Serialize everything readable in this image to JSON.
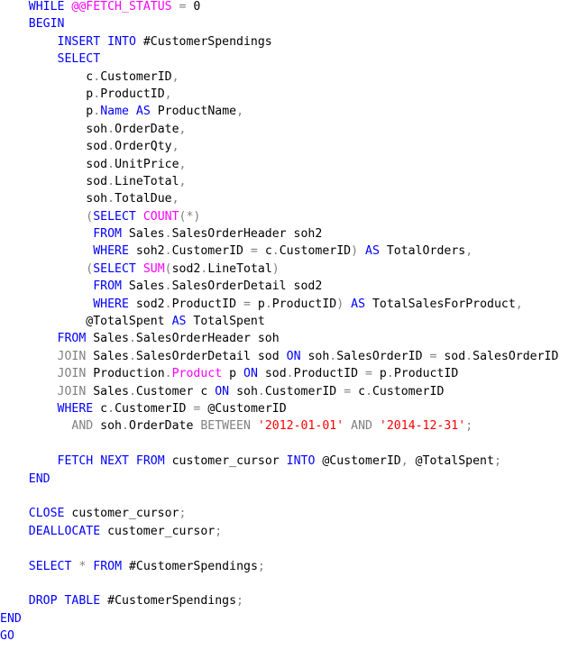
{
  "editor": {
    "lines": [
      {
        "indent": "    ",
        "tokens": [
          {
            "t": "WHILE",
            "c": "kw"
          },
          {
            "t": " ",
            "c": "tx"
          },
          {
            "t": "@@FETCH_STATUS",
            "c": "fn"
          },
          {
            "t": " ",
            "c": "tx"
          },
          {
            "t": "=",
            "c": "gr"
          },
          {
            "t": " 0",
            "c": "tx"
          }
        ]
      },
      {
        "indent": "    ",
        "tokens": [
          {
            "t": "BEGIN",
            "c": "kw"
          }
        ]
      },
      {
        "indent": "        ",
        "tokens": [
          {
            "t": "INSERT",
            "c": "kw"
          },
          {
            "t": " ",
            "c": "tx"
          },
          {
            "t": "INTO",
            "c": "kw"
          },
          {
            "t": " #CustomerSpendings",
            "c": "tx"
          }
        ]
      },
      {
        "indent": "        ",
        "tokens": [
          {
            "t": "SELECT",
            "c": "kw"
          }
        ]
      },
      {
        "indent": "            ",
        "tokens": [
          {
            "t": "c",
            "c": "tx"
          },
          {
            "t": ".",
            "c": "gr"
          },
          {
            "t": "CustomerID",
            "c": "tx"
          },
          {
            "t": ",",
            "c": "gr"
          }
        ]
      },
      {
        "indent": "            ",
        "tokens": [
          {
            "t": "p",
            "c": "tx"
          },
          {
            "t": ".",
            "c": "gr"
          },
          {
            "t": "ProductID",
            "c": "tx"
          },
          {
            "t": ",",
            "c": "gr"
          }
        ]
      },
      {
        "indent": "            ",
        "tokens": [
          {
            "t": "p",
            "c": "tx"
          },
          {
            "t": ".",
            "c": "gr"
          },
          {
            "t": "Name",
            "c": "kw"
          },
          {
            "t": " ",
            "c": "tx"
          },
          {
            "t": "AS",
            "c": "kw"
          },
          {
            "t": " ProductName",
            "c": "tx"
          },
          {
            "t": ",",
            "c": "gr"
          }
        ]
      },
      {
        "indent": "            ",
        "tokens": [
          {
            "t": "soh",
            "c": "tx"
          },
          {
            "t": ".",
            "c": "gr"
          },
          {
            "t": "OrderDate",
            "c": "tx"
          },
          {
            "t": ",",
            "c": "gr"
          }
        ]
      },
      {
        "indent": "            ",
        "tokens": [
          {
            "t": "sod",
            "c": "tx"
          },
          {
            "t": ".",
            "c": "gr"
          },
          {
            "t": "OrderQty",
            "c": "tx"
          },
          {
            "t": ",",
            "c": "gr"
          }
        ]
      },
      {
        "indent": "            ",
        "tokens": [
          {
            "t": "sod",
            "c": "tx"
          },
          {
            "t": ".",
            "c": "gr"
          },
          {
            "t": "UnitPrice",
            "c": "tx"
          },
          {
            "t": ",",
            "c": "gr"
          }
        ]
      },
      {
        "indent": "            ",
        "tokens": [
          {
            "t": "sod",
            "c": "tx"
          },
          {
            "t": ".",
            "c": "gr"
          },
          {
            "t": "LineTotal",
            "c": "tx"
          },
          {
            "t": ",",
            "c": "gr"
          }
        ]
      },
      {
        "indent": "            ",
        "tokens": [
          {
            "t": "soh",
            "c": "tx"
          },
          {
            "t": ".",
            "c": "gr"
          },
          {
            "t": "TotalDue",
            "c": "tx"
          },
          {
            "t": ",",
            "c": "gr"
          }
        ]
      },
      {
        "indent": "            ",
        "tokens": [
          {
            "t": "(",
            "c": "gr"
          },
          {
            "t": "SELECT",
            "c": "kw"
          },
          {
            "t": " ",
            "c": "tx"
          },
          {
            "t": "COUNT",
            "c": "fn"
          },
          {
            "t": "(*)",
            "c": "gr"
          }
        ]
      },
      {
        "indent": "             ",
        "tokens": [
          {
            "t": "FROM",
            "c": "kw"
          },
          {
            "t": " Sales",
            "c": "tx"
          },
          {
            "t": ".",
            "c": "gr"
          },
          {
            "t": "SalesOrderHeader soh2",
            "c": "tx"
          }
        ]
      },
      {
        "indent": "             ",
        "tokens": [
          {
            "t": "WHERE",
            "c": "kw"
          },
          {
            "t": " soh2",
            "c": "tx"
          },
          {
            "t": ".",
            "c": "gr"
          },
          {
            "t": "CustomerID ",
            "c": "tx"
          },
          {
            "t": "=",
            "c": "gr"
          },
          {
            "t": " c",
            "c": "tx"
          },
          {
            "t": ".",
            "c": "gr"
          },
          {
            "t": "CustomerID",
            "c": "tx"
          },
          {
            "t": ")",
            "c": "gr"
          },
          {
            "t": " ",
            "c": "tx"
          },
          {
            "t": "AS",
            "c": "kw"
          },
          {
            "t": " TotalOrders",
            "c": "tx"
          },
          {
            "t": ",",
            "c": "gr"
          }
        ]
      },
      {
        "indent": "            ",
        "tokens": [
          {
            "t": "(",
            "c": "gr"
          },
          {
            "t": "SELECT",
            "c": "kw"
          },
          {
            "t": " ",
            "c": "tx"
          },
          {
            "t": "SUM",
            "c": "fn"
          },
          {
            "t": "(",
            "c": "gr"
          },
          {
            "t": "sod2",
            "c": "tx"
          },
          {
            "t": ".",
            "c": "gr"
          },
          {
            "t": "LineTotal",
            "c": "tx"
          },
          {
            "t": ")",
            "c": "gr"
          }
        ]
      },
      {
        "indent": "             ",
        "tokens": [
          {
            "t": "FROM",
            "c": "kw"
          },
          {
            "t": " Sales",
            "c": "tx"
          },
          {
            "t": ".",
            "c": "gr"
          },
          {
            "t": "SalesOrderDetail sod2",
            "c": "tx"
          }
        ]
      },
      {
        "indent": "             ",
        "tokens": [
          {
            "t": "WHERE",
            "c": "kw"
          },
          {
            "t": " sod2",
            "c": "tx"
          },
          {
            "t": ".",
            "c": "gr"
          },
          {
            "t": "ProductID ",
            "c": "tx"
          },
          {
            "t": "=",
            "c": "gr"
          },
          {
            "t": " p",
            "c": "tx"
          },
          {
            "t": ".",
            "c": "gr"
          },
          {
            "t": "ProductID",
            "c": "tx"
          },
          {
            "t": ")",
            "c": "gr"
          },
          {
            "t": " ",
            "c": "tx"
          },
          {
            "t": "AS",
            "c": "kw"
          },
          {
            "t": " TotalSalesForProduct",
            "c": "tx"
          },
          {
            "t": ",",
            "c": "gr"
          }
        ]
      },
      {
        "indent": "            ",
        "tokens": [
          {
            "t": "@TotalSpent ",
            "c": "tx"
          },
          {
            "t": "AS",
            "c": "kw"
          },
          {
            "t": " TotalSpent",
            "c": "tx"
          }
        ]
      },
      {
        "indent": "        ",
        "tokens": [
          {
            "t": "FROM",
            "c": "kw"
          },
          {
            "t": " Sales",
            "c": "tx"
          },
          {
            "t": ".",
            "c": "gr"
          },
          {
            "t": "SalesOrderHeader soh",
            "c": "tx"
          }
        ]
      },
      {
        "indent": "        ",
        "tokens": [
          {
            "t": "JOIN",
            "c": "gr"
          },
          {
            "t": " Sales",
            "c": "tx"
          },
          {
            "t": ".",
            "c": "gr"
          },
          {
            "t": "SalesOrderDetail sod ",
            "c": "tx"
          },
          {
            "t": "ON",
            "c": "kw"
          },
          {
            "t": " soh",
            "c": "tx"
          },
          {
            "t": ".",
            "c": "gr"
          },
          {
            "t": "SalesOrderID ",
            "c": "tx"
          },
          {
            "t": "=",
            "c": "gr"
          },
          {
            "t": " sod",
            "c": "tx"
          },
          {
            "t": ".",
            "c": "gr"
          },
          {
            "t": "SalesOrderID",
            "c": "tx"
          }
        ]
      },
      {
        "indent": "        ",
        "tokens": [
          {
            "t": "JOIN",
            "c": "gr"
          },
          {
            "t": " Production",
            "c": "tx"
          },
          {
            "t": ".",
            "c": "gr"
          },
          {
            "t": "Product",
            "c": "fn"
          },
          {
            "t": " p ",
            "c": "tx"
          },
          {
            "t": "ON",
            "c": "kw"
          },
          {
            "t": " sod",
            "c": "tx"
          },
          {
            "t": ".",
            "c": "gr"
          },
          {
            "t": "ProductID ",
            "c": "tx"
          },
          {
            "t": "=",
            "c": "gr"
          },
          {
            "t": " p",
            "c": "tx"
          },
          {
            "t": ".",
            "c": "gr"
          },
          {
            "t": "ProductID",
            "c": "tx"
          }
        ]
      },
      {
        "indent": "        ",
        "tokens": [
          {
            "t": "JOIN",
            "c": "gr"
          },
          {
            "t": " Sales",
            "c": "tx"
          },
          {
            "t": ".",
            "c": "gr"
          },
          {
            "t": "Customer c ",
            "c": "tx"
          },
          {
            "t": "ON",
            "c": "kw"
          },
          {
            "t": " soh",
            "c": "tx"
          },
          {
            "t": ".",
            "c": "gr"
          },
          {
            "t": "CustomerID ",
            "c": "tx"
          },
          {
            "t": "=",
            "c": "gr"
          },
          {
            "t": " c",
            "c": "tx"
          },
          {
            "t": ".",
            "c": "gr"
          },
          {
            "t": "CustomerID",
            "c": "tx"
          }
        ]
      },
      {
        "indent": "        ",
        "tokens": [
          {
            "t": "WHERE",
            "c": "kw"
          },
          {
            "t": " c",
            "c": "tx"
          },
          {
            "t": ".",
            "c": "gr"
          },
          {
            "t": "CustomerID ",
            "c": "tx"
          },
          {
            "t": "=",
            "c": "gr"
          },
          {
            "t": " @CustomerID",
            "c": "tx"
          }
        ]
      },
      {
        "indent": "          ",
        "tokens": [
          {
            "t": "AND",
            "c": "gr"
          },
          {
            "t": " soh",
            "c": "tx"
          },
          {
            "t": ".",
            "c": "gr"
          },
          {
            "t": "OrderDate ",
            "c": "tx"
          },
          {
            "t": "BETWEEN",
            "c": "gr"
          },
          {
            "t": " ",
            "c": "tx"
          },
          {
            "t": "'2012-01-01'",
            "c": "st"
          },
          {
            "t": " ",
            "c": "tx"
          },
          {
            "t": "AND",
            "c": "gr"
          },
          {
            "t": " ",
            "c": "tx"
          },
          {
            "t": "'2014-12-31'",
            "c": "st"
          },
          {
            "t": ";",
            "c": "gr"
          }
        ]
      },
      {
        "indent": "",
        "tokens": []
      },
      {
        "indent": "        ",
        "tokens": [
          {
            "t": "FETCH",
            "c": "kw"
          },
          {
            "t": " ",
            "c": "tx"
          },
          {
            "t": "NEXT",
            "c": "kw"
          },
          {
            "t": " ",
            "c": "tx"
          },
          {
            "t": "FROM",
            "c": "kw"
          },
          {
            "t": " customer_cursor ",
            "c": "tx"
          },
          {
            "t": "INTO",
            "c": "kw"
          },
          {
            "t": " @CustomerID",
            "c": "tx"
          },
          {
            "t": ",",
            "c": "gr"
          },
          {
            "t": " @TotalSpent",
            "c": "tx"
          },
          {
            "t": ";",
            "c": "gr"
          }
        ]
      },
      {
        "indent": "    ",
        "tokens": [
          {
            "t": "END",
            "c": "kw"
          }
        ]
      },
      {
        "indent": "",
        "tokens": []
      },
      {
        "indent": "    ",
        "tokens": [
          {
            "t": "CLOSE",
            "c": "kw"
          },
          {
            "t": " customer_cursor",
            "c": "tx"
          },
          {
            "t": ";",
            "c": "gr"
          }
        ]
      },
      {
        "indent": "    ",
        "tokens": [
          {
            "t": "DEALLOCATE",
            "c": "kw"
          },
          {
            "t": " customer_cursor",
            "c": "tx"
          },
          {
            "t": ";",
            "c": "gr"
          }
        ]
      },
      {
        "indent": "",
        "tokens": []
      },
      {
        "indent": "    ",
        "tokens": [
          {
            "t": "SELECT",
            "c": "kw"
          },
          {
            "t": " ",
            "c": "tx"
          },
          {
            "t": "*",
            "c": "gr"
          },
          {
            "t": " ",
            "c": "tx"
          },
          {
            "t": "FROM",
            "c": "kw"
          },
          {
            "t": " #CustomerSpendings",
            "c": "tx"
          },
          {
            "t": ";",
            "c": "gr"
          }
        ]
      },
      {
        "indent": "",
        "tokens": []
      },
      {
        "indent": "    ",
        "tokens": [
          {
            "t": "DROP",
            "c": "kw"
          },
          {
            "t": " ",
            "c": "tx"
          },
          {
            "t": "TABLE",
            "c": "kw"
          },
          {
            "t": " #CustomerSpendings",
            "c": "tx"
          },
          {
            "t": ";",
            "c": "gr"
          }
        ]
      },
      {
        "indent": "",
        "tokens": [
          {
            "t": "END",
            "c": "kw"
          }
        ]
      },
      {
        "indent": "",
        "tokens": [
          {
            "t": "GO",
            "c": "kw"
          }
        ]
      }
    ]
  },
  "colors": {
    "keyword": "#0000ff",
    "function": "#ff00ff",
    "operator": "#808080",
    "string": "#ff0000",
    "text": "#000000",
    "background": "#ffffff"
  }
}
